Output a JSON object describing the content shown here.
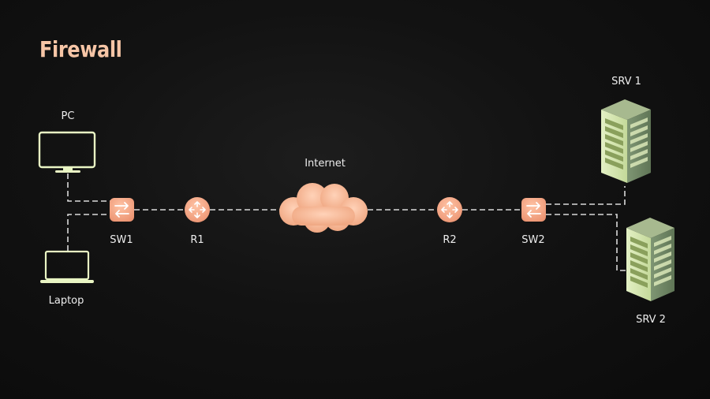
{
  "title": "Firewall",
  "nodes": {
    "pc": "PC",
    "laptop": "Laptop",
    "sw1": "SW1",
    "r1": "R1",
    "internet": "Internet",
    "r2": "R2",
    "sw2": "SW2",
    "srv1": "SRV 1",
    "srv2": "SRV 2"
  },
  "colors": {
    "title": "#f6c5a6",
    "device_outline": "#e9f5c4",
    "network_device": "#f3a383",
    "server": "#cfe3a8",
    "link": "#d9d9d9"
  },
  "icons": {
    "pc": "desktop-monitor-icon",
    "laptop": "laptop-icon",
    "switch": "switch-icon",
    "router": "router-icon",
    "cloud": "cloud-icon",
    "server": "server-rack-icon"
  }
}
